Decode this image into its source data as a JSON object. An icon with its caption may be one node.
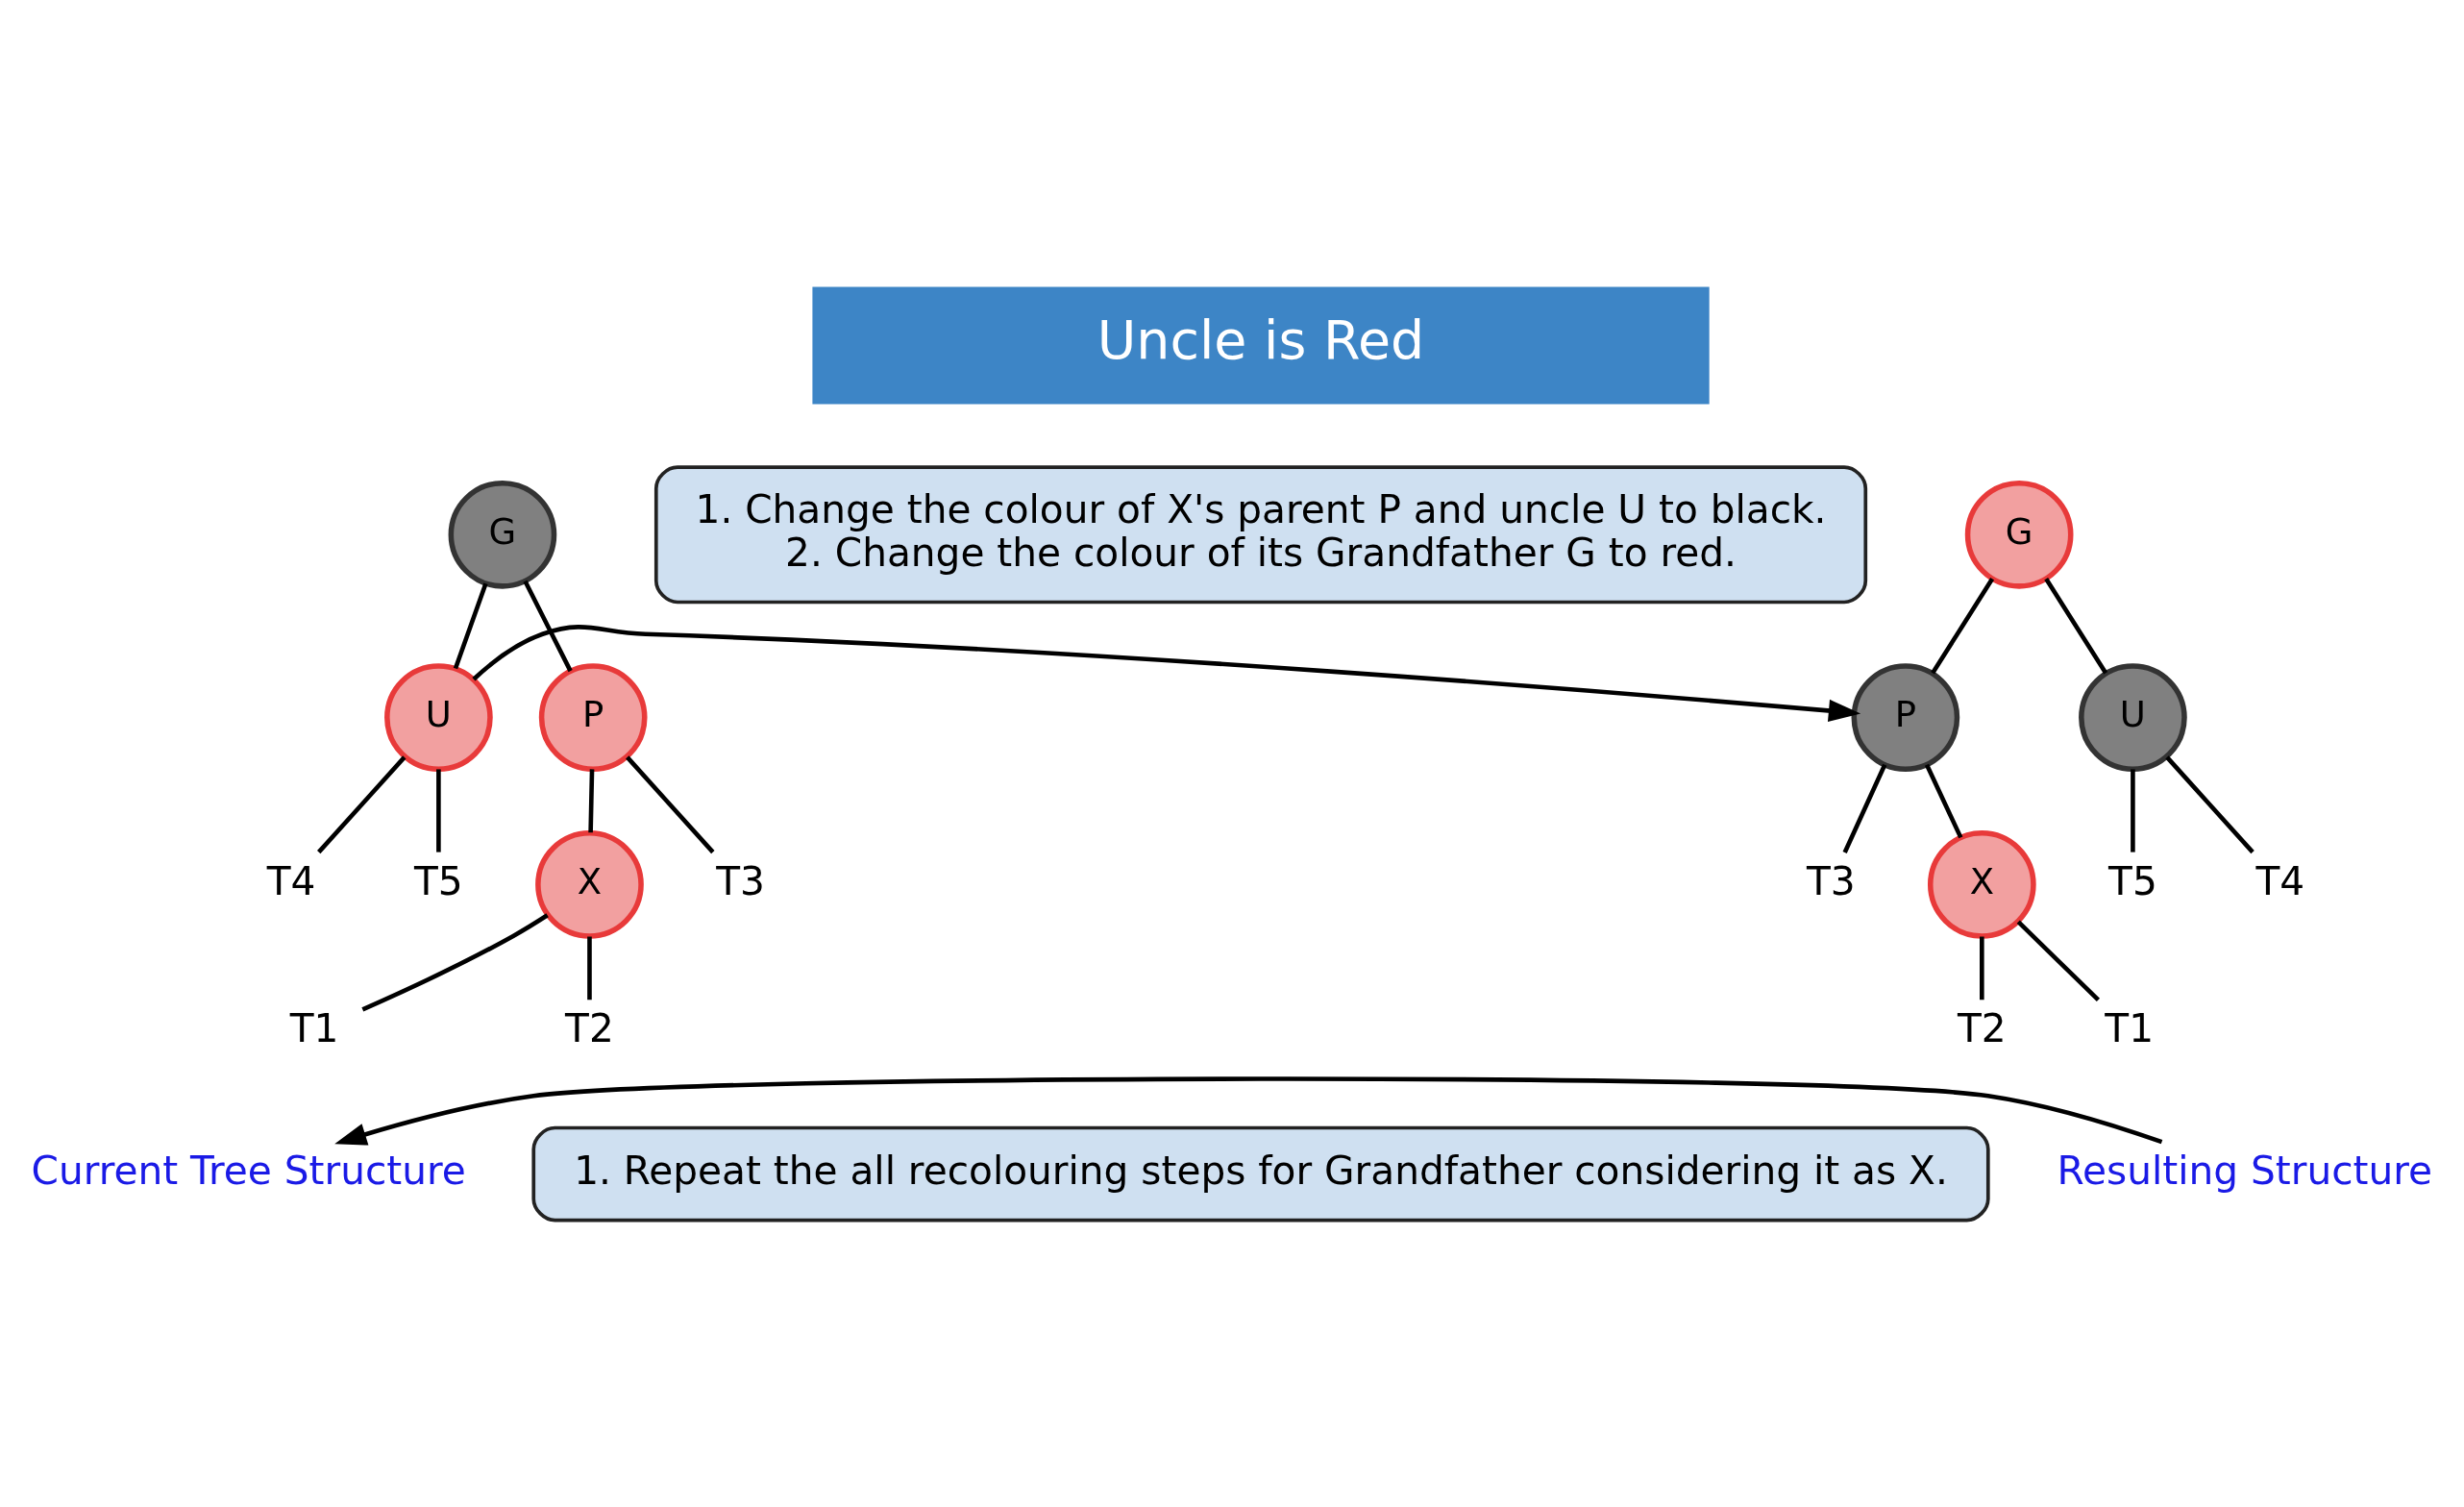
{
  "diagram": {
    "nodes": [
      {
        "text": [
          "Uncle is Red"
        ]
      },
      {
        "text": [
          "G"
        ]
      },
      {
        "text": [
          "P"
        ]
      },
      {
        "text": [
          "U"
        ]
      },
      {
        "text": [
          "X"
        ]
      },
      {
        "text": [
          "T3"
        ]
      },
      {
        "text": [
          "T4"
        ]
      },
      {
        "text": [
          "T5"
        ]
      },
      {
        "text": [
          "T1"
        ]
      },
      {
        "text": [
          "T2"
        ]
      },
      {
        "text": [
          "1. Change the colour of X's parent P and uncle U to black.",
          "2. Change the colour of its Grandfather G to red."
        ]
      },
      {
        "text": [
          "G"
        ]
      },
      {
        "text": [
          "P"
        ]
      },
      {
        "text": [
          "U"
        ]
      },
      {
        "text": [
          "X"
        ]
      },
      {
        "text": [
          "T3"
        ]
      },
      {
        "text": [
          "T4"
        ]
      },
      {
        "text": [
          "T5"
        ]
      },
      {
        "text": [
          "T1"
        ]
      },
      {
        "text": [
          "T2"
        ]
      },
      {
        "text": [
          "Current Tree Structure"
        ]
      },
      {
        "text": [
          "Resulting Structure"
        ]
      },
      {
        "text": [
          "1. Repeat the all recolouring steps for Grandfather considering it as X."
        ]
      }
    ],
    "edges": [
      {
        "from": 1,
        "to": 2,
        "arrow": "none"
      },
      {
        "from": 1,
        "to": 3,
        "arrow": "none"
      },
      {
        "from": 2,
        "to": 4,
        "arrow": "none"
      },
      {
        "from": 2,
        "to": 5,
        "arrow": "none"
      },
      {
        "from": 3,
        "to": 6,
        "arrow": "none"
      },
      {
        "from": 3,
        "to": 7,
        "arrow": "none"
      },
      {
        "from": 4,
        "to": 8,
        "arrow": "none"
      },
      {
        "from": 4,
        "to": 9,
        "arrow": "none"
      },
      {
        "from": 3,
        "to": 12,
        "arrow": "to"
      },
      {
        "from": 11,
        "to": 12,
        "arrow": "none"
      },
      {
        "from": 11,
        "to": 13,
        "arrow": "none"
      },
      {
        "from": 12,
        "to": 14,
        "arrow": "none"
      },
      {
        "from": 12,
        "to": 15,
        "arrow": "none"
      },
      {
        "from": 13,
        "to": 16,
        "arrow": "none"
      },
      {
        "from": 13,
        "to": 17,
        "arrow": "none"
      },
      {
        "from": 14,
        "to": 18,
        "arrow": "none"
      },
      {
        "from": 14,
        "to": 19,
        "arrow": "none"
      },
      {
        "from": 21,
        "to": 20,
        "arrow": "to"
      }
    ]
  }
}
